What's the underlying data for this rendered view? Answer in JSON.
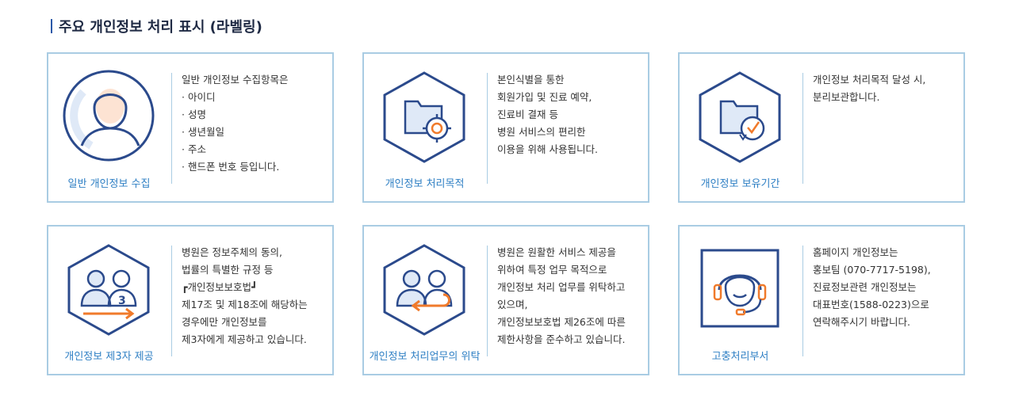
{
  "page_title": "주요 개인정보 처리 표시 (라벨링)",
  "colors": {
    "accent": "#2e7fc4",
    "border": "#a9cce3",
    "icon_navy": "#2b4a8c",
    "icon_orange": "#f07a2b",
    "icon_light": "#dfe9f7"
  },
  "cards": [
    {
      "label": "일반 개인정보 수집",
      "icon": "user-circle-icon",
      "lines": [
        "일반 개인정보 수집항목은",
        "· 아이디",
        "· 성명",
        "· 생년월일",
        "· 주소",
        "· 핸드폰 번호 등입니다."
      ]
    },
    {
      "label": "개인정보 처리목적",
      "icon": "folder-target-icon",
      "lines": [
        "본인식별을 통한",
        "회원가입 및 진료 예약,",
        "진료비 결재 등",
        "병원 서비스의 편리한",
        "이용을 위해 사용됩니다."
      ]
    },
    {
      "label": "개인정보 보유기간",
      "icon": "folder-clock-icon",
      "lines": [
        "개인정보 처리목적 달성 시,",
        "분리보관합니다."
      ]
    },
    {
      "label": "개인정보 제3자 제공",
      "icon": "third-party-users-icon",
      "lines": [
        "병원은 정보주체의 동의,",
        "법률의 특별한 규정 등",
        "┏개인정보보호법┛",
        "제17조 및 제18조에 해당하는",
        "경우에만 개인정보를",
        "제3자에게 제공하고 있습니다."
      ]
    },
    {
      "label": "개인정보 처리업무의 위탁",
      "icon": "consignment-users-icon",
      "lines": [
        "병원은 원활한 서비스 제공을",
        "위하여 특정 업무 목적으로",
        "개인정보 처리 업무를 위탁하고",
        "있으며,",
        "개인정보보호법 제26조에 따른",
        "제한사항을 준수하고 있습니다."
      ]
    },
    {
      "label": "고충처리부서",
      "icon": "headset-icon",
      "lines": [
        "홈페이지 개인정보는",
        "홍보팀 (070-7717-5198),",
        "진료정보관련 개인정보는",
        "대표번호(1588-0223)으로",
        "연락해주시기 바랍니다."
      ]
    }
  ]
}
